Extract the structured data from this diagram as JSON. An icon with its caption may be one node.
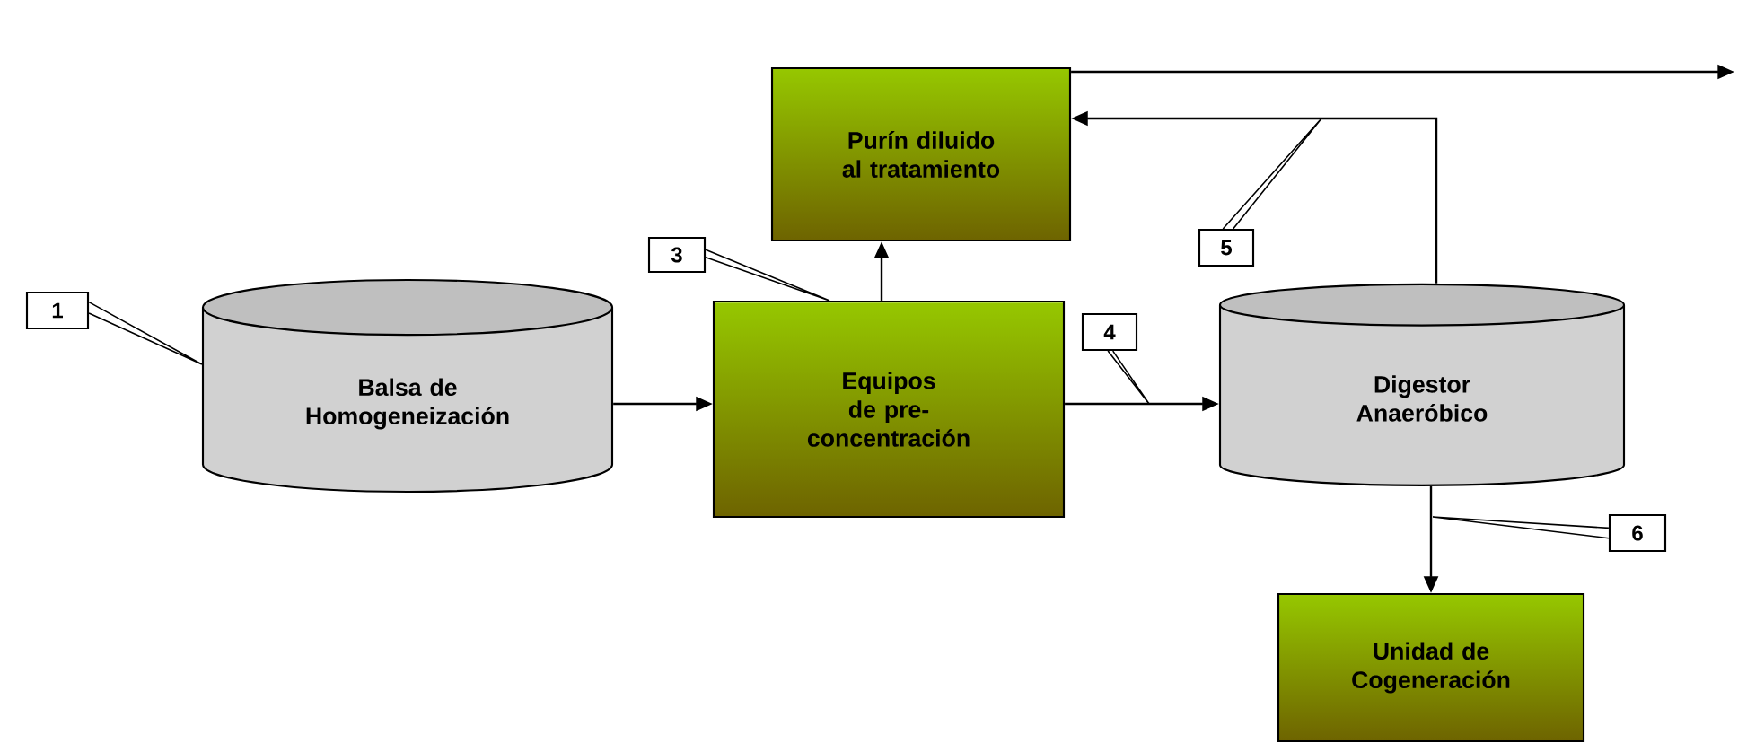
{
  "diagram": {
    "nodes": [
      {
        "text": [
          "1"
        ]
      },
      {
        "text": [
          "Balsa de Homogeneización"
        ]
      },
      {
        "text": [
          "3"
        ]
      },
      {
        "text": [
          "Purín diluido al tratamiento"
        ]
      },
      {
        "text": [
          "Equipos de pre-concentración"
        ]
      },
      {
        "text": [
          "4"
        ]
      },
      {
        "text": [
          "Digestor Anaeróbico"
        ]
      },
      {
        "text": [
          "5"
        ]
      },
      {
        "text": [
          "6"
        ]
      },
      {
        "text": [
          "Unidad de Cogeneración"
        ]
      }
    ],
    "edges": [
      {
        "from": 0,
        "to": 1,
        "arrow": "none"
      },
      {
        "from": 2,
        "to": 4,
        "arrow": "none"
      },
      {
        "from": 1,
        "to": 4,
        "arrow": "to"
      },
      {
        "from": 4,
        "to": 3,
        "arrow": "to"
      },
      {
        "from": 4,
        "to": 6,
        "arrow": "to"
      },
      {
        "from": 5,
        "to": null,
        "arrow": "none"
      },
      {
        "from": 6,
        "to": 3,
        "arrow": "to"
      },
      {
        "from": 7,
        "to": null,
        "arrow": "none"
      },
      {
        "from": 3,
        "to": null,
        "arrow": "to"
      },
      {
        "from": 6,
        "to": 9,
        "arrow": "to"
      },
      {
        "from": 8,
        "to": null,
        "arrow": "none"
      }
    ]
  }
}
